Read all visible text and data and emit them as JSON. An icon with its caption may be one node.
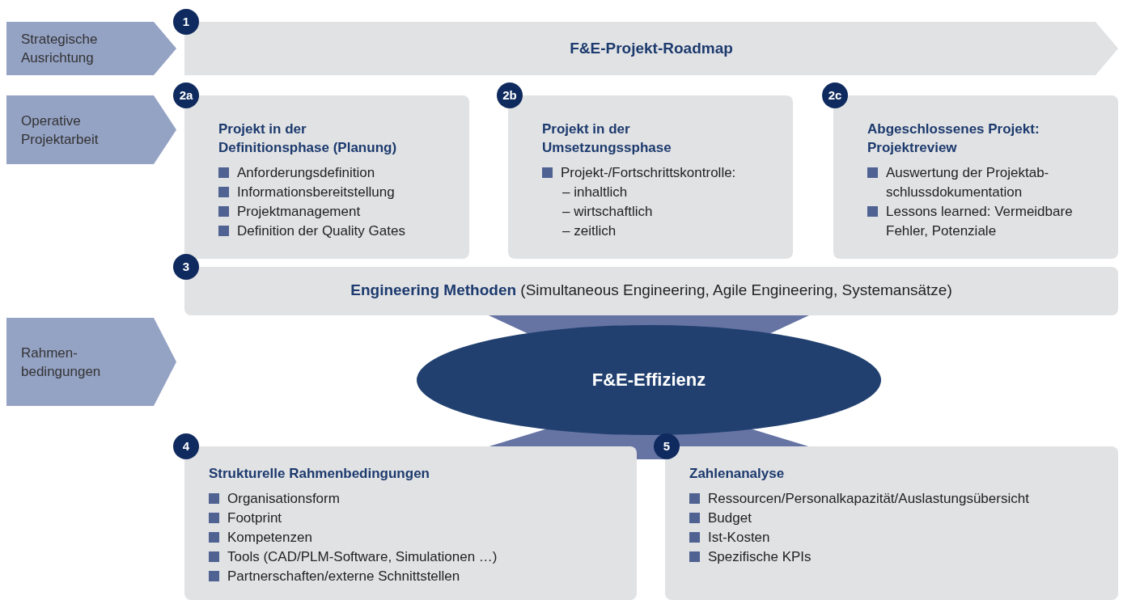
{
  "diagram": {
    "nodes": [
      {
        "text": [
          "Strategische Ausrichtung"
        ]
      },
      {
        "text": [
          "F&E-Projekt-Roadmap"
        ],
        "beside": [
          "1"
        ]
      },
      {
        "text": [
          "Operative Projektarbeit"
        ]
      },
      {
        "text": [
          "Projekt in der Definitionsphase (Planung)",
          "Anforderungsdefinition",
          "Informationsbereitstellung",
          "Projektmanagement",
          "Definition der Quality Gates"
        ],
        "beside": [
          "2a"
        ]
      },
      {
        "text": [
          "Projekt in der Umsetzungssphase",
          "Projekt-/Fortschrittskontrolle:",
          "– inhaltlich",
          "– wirtschaftlich",
          "– zeitlich"
        ],
        "beside": [
          "2b"
        ]
      },
      {
        "text": [
          "Abgeschlossenes Projekt: Projektreview",
          "Auswertung der Projektab- schlussdokumentation",
          "Lessons learned: Vermeidbare Fehler, Potenziale"
        ],
        "beside": [
          "2c"
        ]
      },
      {
        "text": [
          "**Engineering Methoden** (Simultaneous Engineering, Agile Engineering, Systemansätze)"
        ],
        "beside": [
          "3"
        ]
      },
      {
        "text": [
          "Rahmen- bedingungen"
        ]
      },
      {
        "text": [
          "F&E-Effizienz"
        ]
      },
      {
        "text": [
          "Strukturelle Rahmenbedingungen",
          "Organisationsform",
          "Footprint",
          "Kompetenzen",
          "Tools (CAD/PLM-Software, Simulationen …)",
          "Partnerschaften/externe Schnittstellen"
        ],
        "beside": [
          "4"
        ]
      },
      {
        "text": [
          "Zahlenanalyse",
          "Ressourcen/Personalkapazität/Auslastungsübersicht",
          "Budget",
          "Ist-Kosten",
          "Spezifische KPIs"
        ],
        "beside": [
          "5"
        ]
      }
    ],
    "edges": [
      {
        "from": 6,
        "to": 8,
        "arrow": "none"
      },
      {
        "from": 9,
        "to": 8,
        "arrow": "none"
      },
      {
        "from": 10,
        "to": 8,
        "arrow": "none"
      }
    ]
  }
}
